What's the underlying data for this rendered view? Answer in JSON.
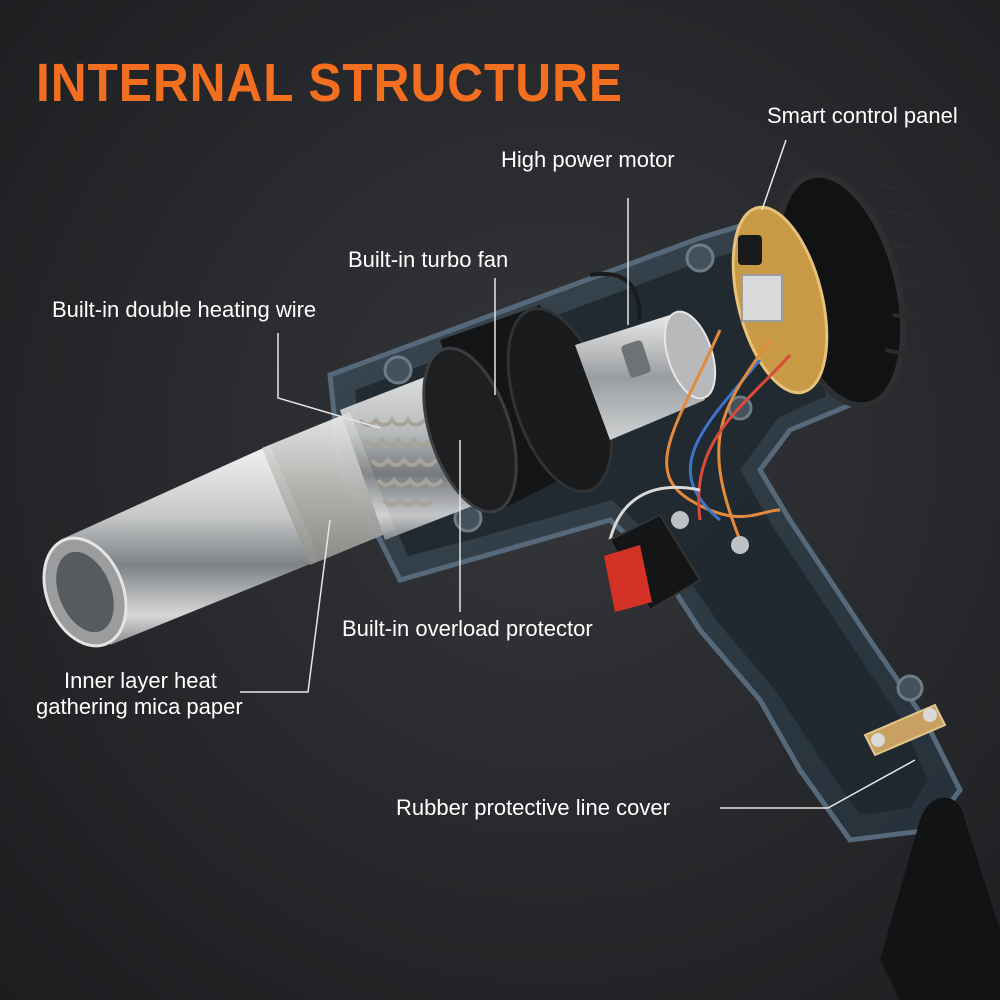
{
  "heading": "INTERNAL STRUCTURE",
  "colors": {
    "accent": "#f36f1f",
    "label_text": "#ffffff",
    "background": "#26282b",
    "housing": "#2e3a44",
    "metal": "#c9cbcc"
  },
  "labels": {
    "smart_control_panel": "Smart control panel",
    "high_power_motor": "High power motor",
    "turbo_fan": "Built-in turbo fan",
    "heating_wire": "Built-in double heating wire",
    "overload_protector": "Built-in overload protector",
    "mica_paper": [
      "Inner layer heat",
      "gathering mica paper"
    ],
    "line_cover": "Rubber protective line cover"
  }
}
